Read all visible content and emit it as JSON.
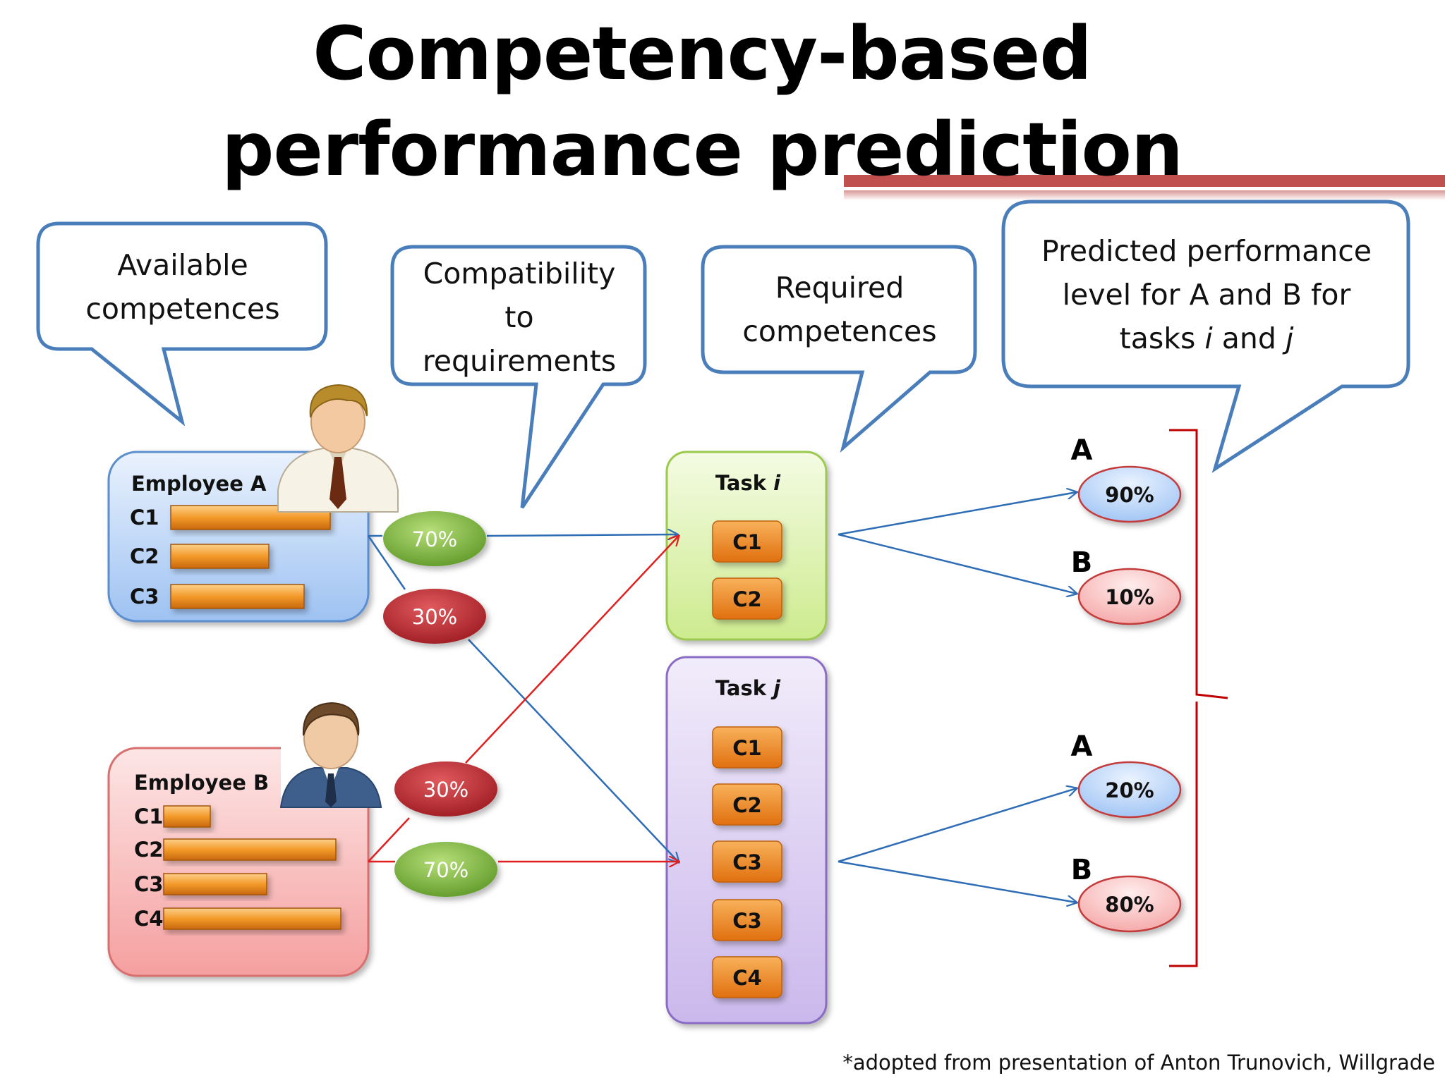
{
  "title": "Competency-based performance prediction",
  "callouts": {
    "available": "Available competences",
    "compatibility": "Compatibility to requirements",
    "required": "Required competences",
    "predicted_line1": "Predicted performance",
    "predicted_line2": "level  for A and B for",
    "predicted_line3_a": "tasks ",
    "predicted_line3_i": "i",
    "predicted_line3_b": " and ",
    "predicted_line3_j": "j"
  },
  "employees": [
    {
      "name": "Employee A",
      "competences": [
        {
          "label": "C1",
          "level": 0.78
        },
        {
          "label": "C2",
          "level": 0.48
        },
        {
          "label": "C3",
          "level": 0.65
        }
      ]
    },
    {
      "name": "Employee B",
      "competences": [
        {
          "label": "C1",
          "level": 0.27
        },
        {
          "label": "C2",
          "level": 1.0
        },
        {
          "label": "C3",
          "level": 0.6
        },
        {
          "label": "C4",
          "level": 1.03
        }
      ]
    }
  ],
  "compatibility": {
    "a_to_i": "70%",
    "a_to_j": "30%",
    "b_to_i": "30%",
    "b_to_j": "70%"
  },
  "tasks": [
    {
      "prefix": "Task ",
      "name": "i",
      "competences": [
        "C1",
        "C2"
      ]
    },
    {
      "prefix": "Task ",
      "name": "j",
      "competences": [
        "C1",
        "C2",
        "C3",
        "C3",
        "C4"
      ]
    }
  ],
  "predictions": {
    "task_i": [
      {
        "label": "A",
        "value": "90%"
      },
      {
        "label": "B",
        "value": "10%"
      }
    ],
    "task_j": [
      {
        "label": "A",
        "value": "20%"
      },
      {
        "label": "B",
        "value": "80%"
      }
    ]
  },
  "footer": "*adopted from presentation of  Anton Trunovich, Willgrade",
  "colors": {
    "outline_blue": "#4a7ebb",
    "bracket_red": "#c00000",
    "green_ellipse": "#77b53a",
    "red_ellipse": "#b7282e",
    "orange_bar": "#f0901e",
    "title_rule": "#c0504d"
  }
}
